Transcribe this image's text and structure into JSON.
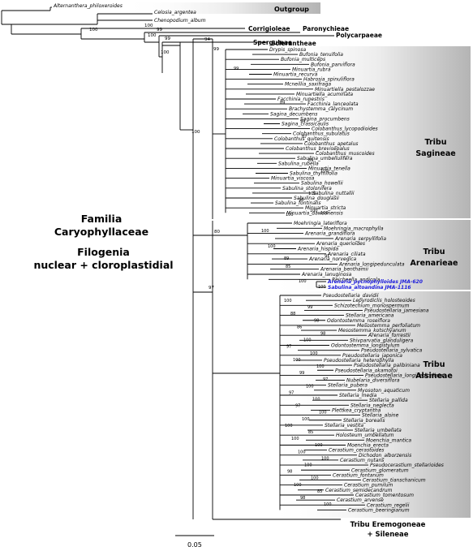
{
  "side_text": {
    "familia": [
      "Familia",
      "Caryophyllaceae"
    ],
    "filogenia": [
      "Filogenia",
      "nuclear + cloroplastidial"
    ]
  },
  "groups": {
    "outgroup": "Outgroup",
    "corrigioleae": "Corrigioleae",
    "paronychieae": "Paronychieae",
    "polycarpaeae": "Polycarpaeae",
    "sperguleae": "Sperguleae",
    "sclerantheae": "Sclerantheae",
    "sagineae": [
      "Tribu",
      "Sagineae"
    ],
    "arenarieae": [
      "Tribu",
      "Arenarieae"
    ],
    "alsineae": [
      "Tribu",
      "Alsineae"
    ],
    "eremogoneae": [
      "Tribu Eremogoneae",
      "+ Sileneae"
    ]
  },
  "colors": {
    "highlight": "#1a1adc",
    "box_dark": "#b4b4b4",
    "box_light": "#ececec"
  },
  "top_taxa": [
    "Alternanthera_philoxeroides",
    "Celosia_argentea",
    "Chenopodium_album"
  ],
  "sagineae_taxa": [
    "Drypis_spinosa",
    "Bufonia_tenuifolia",
    "Bufonia_multiceps",
    "Bufonia_parviflora",
    "Minuartia_rubra",
    "Minuartia_recurva",
    "Habrosia_spinuliflora",
    "Mcneillia_saxifraga",
    "Minuartiella_pestalozzae",
    "Minuartiella_acuminata",
    "Facchinia_rupestris",
    "Facchinia_lanceolata",
    "Brachystemma_calycinum",
    "Sagina_decumbens",
    "Sagina_procumbens",
    "Sagina_crassicaulis",
    "Colobanthus_lycopodioides",
    "Colobanthus_subulatus",
    "Colobanthus_quitensis",
    "Colobanthus_apetalus",
    "Colobanthus_brevisepalus",
    "Colobanthus_muscoides",
    "Sabulina_umbellulifera",
    "Sabulina_rubella",
    "Minuartia_tenella",
    "Sabulina_thymifolia",
    "Minuartia_viscosa",
    "Sabulina_howellii",
    "Sabulina_stolonifera",
    "Sabulina_nuttallii",
    "Sabulina_douglasii",
    "Sabulina_fontinalis",
    "Minuartia_stricta",
    "Minuartia_dawsonensis"
  ],
  "arenarieae_taxa": [
    "Moehringia_lateriflora",
    "Moehringia_macrophylla",
    "Arenaria_grandiflora",
    "Arenaria_serpyllifolia",
    "Arenaria_querioides",
    "Arenaria_hispida",
    "Arenaria_ciliata",
    "Arenaria_norvegica",
    "Arenaria_longipedunculata",
    "Arenaria_benthamii",
    "Arenaria_lanuginosa",
    "Reicheella_andicola"
  ],
  "highlighted_taxa": [
    "Arenaria_pycnophylloides JMA-620",
    "Sabulina_altoandina JMA-1116"
  ],
  "alsineae_taxa": [
    "Pseudostellaria_davidii",
    "Lepyrodiclis_holosteoides",
    "Schizotechium_monospermum",
    "Pseudostellaria_jamesiana",
    "Stellaria_americana",
    "Odontostemma_roseiflora",
    "Mesostemma_perfoliatum",
    "Mesostemma_kotschyanum",
    "Arenaria_forrestii",
    "Shivparvatia_glanduligera",
    "Odontostemma_longistylum",
    "Pseudostellaria_sylvatica",
    "Pseudostellaria_japonica",
    "Pseudostellaria_heterophylla",
    "Pseudostellaria_palibiniana",
    "Pseudostellaria_okamotoi",
    "Pseudostellaria_longipediceliata",
    "Nubelaria_diversiflora",
    "Stellaria_pubera",
    "Myosoton_aquaticum",
    "Stellaria_media",
    "Stellaria_pallida",
    "Stellaria_neglecta",
    "Plettkea_cryptantha",
    "Stellaria_alsine",
    "Stellaria_borealis",
    "Stellaria_vestita",
    "Stellaria_umbellata",
    "Holosteum_umbellatum",
    "Moenchia_mantica",
    "Moenchia_erecta",
    "Cerastium_cerastoides",
    "Dichodon_alborzensis",
    "Cerastium_nutans",
    "Pseudocerastium_stellarioides",
    "Cerastium_glomeratum",
    "Cerastium_fontanum",
    "Cerastium_tianschanicum",
    "Cerastium_pumilum",
    "Cerastium_semidecandrum",
    "Cerastium_tomentosum",
    "Cerastium_arvense",
    "Cerastium_regelii",
    "Cerastium_beeringianum"
  ],
  "support_values": {
    "sagineae": [
      "99",
      "89",
      "94",
      "87",
      "89",
      "98",
      "100",
      "100",
      "100",
      "100",
      "100"
    ],
    "arenarieae": [
      "100",
      "100",
      "89",
      "91",
      "85",
      "100",
      "100"
    ],
    "alsineae": [
      "100",
      "99",
      "88",
      "98",
      "86",
      "98",
      "100",
      "97",
      "100",
      "100",
      "100",
      "99",
      "97",
      "100",
      "97",
      "100",
      "97",
      "100",
      "100",
      "100",
      "85",
      "100",
      "100",
      "100",
      "100",
      "100",
      "98",
      "100",
      "100",
      "85",
      "98",
      "100"
    ],
    "backbone": [
      "100",
      "100",
      "100",
      "99",
      "99",
      "100",
      "94",
      "99",
      "100",
      "80",
      "97"
    ]
  },
  "scale": {
    "label": "0.05"
  }
}
